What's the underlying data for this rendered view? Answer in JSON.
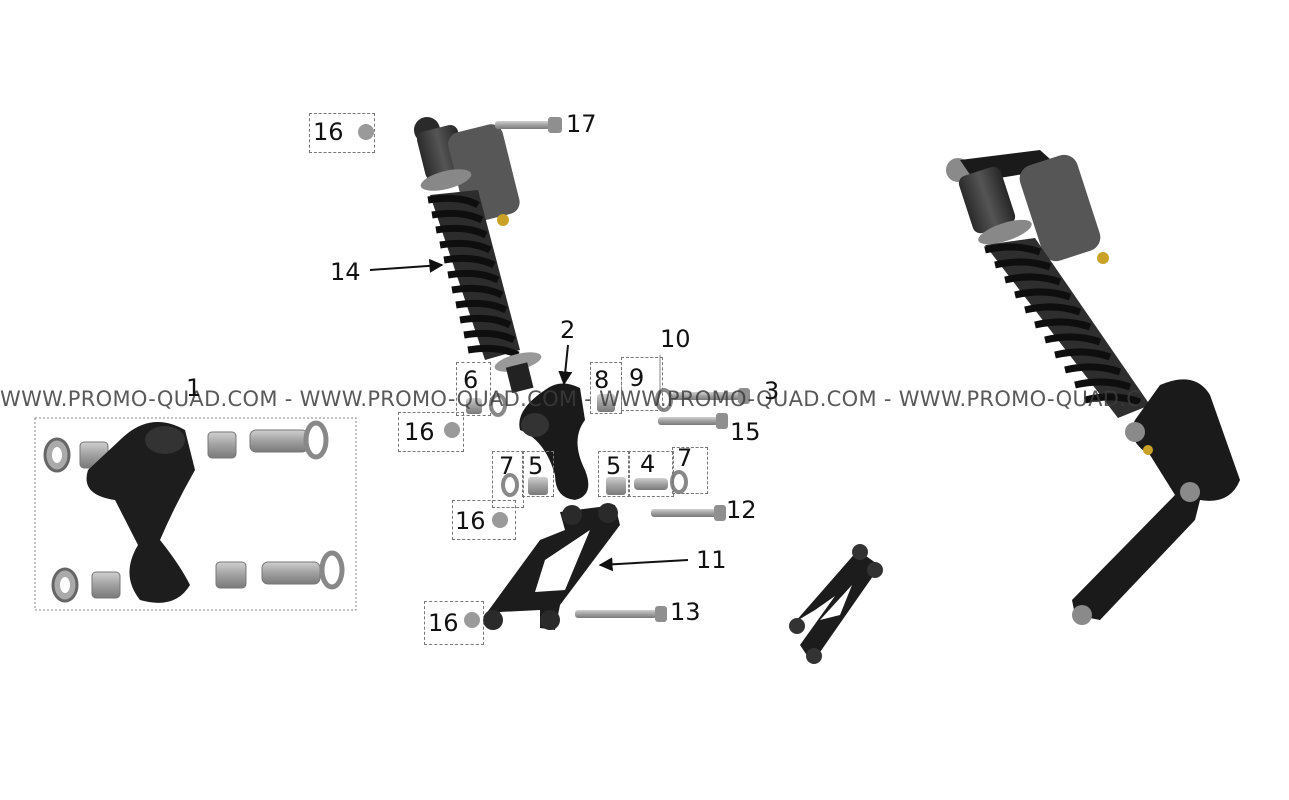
{
  "watermark": "WWW.PROMO-QUAD.COM - WWW.PROMO-QUAD.COM - WWW.PROMO-QUAD.COM - WWW.PROMO-QUAD.C",
  "callouts": {
    "n1": "1",
    "n2": "2",
    "n3": "3",
    "n4": "4",
    "n5a": "5",
    "n5b": "5",
    "n6": "6",
    "n7a": "7",
    "n7b": "7",
    "n8": "8",
    "n9": "9",
    "n10": "10",
    "n11": "11",
    "n12": "12",
    "n13": "13",
    "n14": "14",
    "n15": "15",
    "n16a": "16",
    "n16b": "16",
    "n16c": "16",
    "n16d": "16",
    "n17": "17"
  },
  "colors": {
    "part_black": "#1c1c1c",
    "part_dark": "#3a3a3a",
    "metal": "#9a9a9a",
    "metal_light": "#c4c4c4",
    "reservoir": "#5a5a5a",
    "brass": "#c9a227"
  }
}
